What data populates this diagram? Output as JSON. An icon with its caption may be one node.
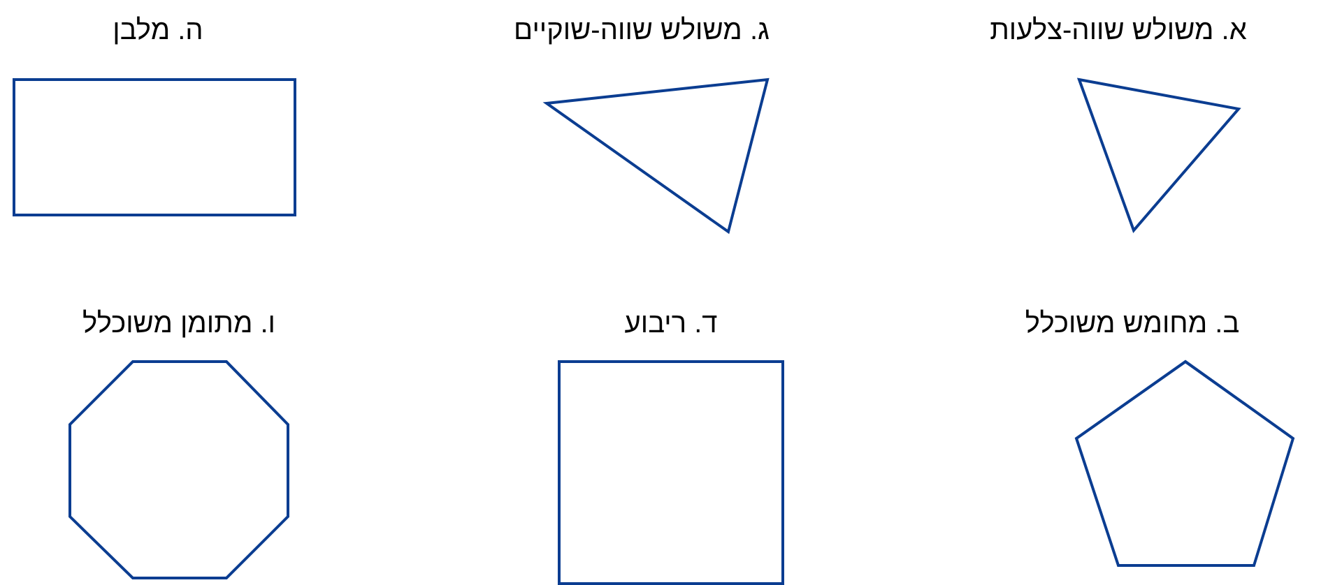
{
  "diagram": {
    "nodes": [
      {
        "text": [
          "א. משולש שווה-צלעות"
        ]
      },
      {
        "text": [
          "ג. משולש שווה-שוקיים"
        ]
      },
      {
        "text": [
          "ה. מלבן"
        ]
      },
      {
        "text": [
          "ב. מחומש משוכלל"
        ]
      },
      {
        "text": [
          "ד. ריבוע"
        ]
      },
      {
        "text": [
          "ו. מתומן משוכלל"
        ]
      }
    ]
  }
}
